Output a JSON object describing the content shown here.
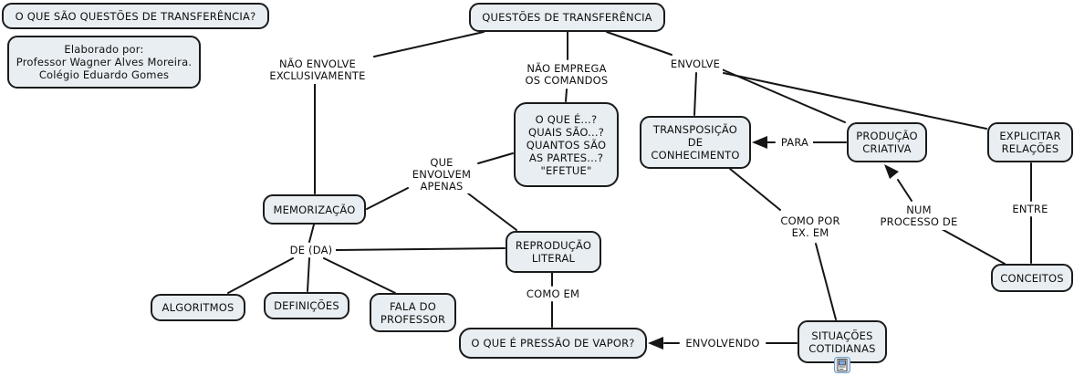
{
  "map_title": "QUESTÕES DE TRANSFERÊNCIA",
  "colors": {
    "background": "#ffffff",
    "node_fill": "#e8eef1",
    "node_border": "#1b1b1b",
    "line": "#151515",
    "text": "#101010",
    "resource_icon_border": "#6f9bc4",
    "resource_icon_fill": "#d9e6f4"
  },
  "nodes": [
    {
      "id": "intro",
      "label": "O QUE SÃO QUESTÕES DE TRANSFERÊNCIA?"
    },
    {
      "id": "author",
      "label": "Elaborado por:\nProfessor Wagner Alves Moreira.\nColégio Eduardo Gomes"
    },
    {
      "id": "main",
      "label": "QUESTÕES DE TRANSFERÊNCIA"
    },
    {
      "id": "commands",
      "label": "O QUE É...?\nQUAIS SÃO...?\nQUANTOS SÃO\nAS PARTES...?\n\"EFETUE\""
    },
    {
      "id": "transposicao",
      "label": "TRANSPOSIÇÃO\nDE\nCONHECIMENTO"
    },
    {
      "id": "producao",
      "label": "PRODUÇÃO\nCRIATIVA"
    },
    {
      "id": "explicitar",
      "label": "EXPLICITAR\nRELAÇÕES"
    },
    {
      "id": "memorizacao",
      "label": "MEMORIZAÇÃO"
    },
    {
      "id": "reproducao",
      "label": "REPRODUÇÃO\nLITERAL"
    },
    {
      "id": "algoritmos",
      "label": "ALGORITMOS"
    },
    {
      "id": "definicoes",
      "label": "DEFINIÇÕES"
    },
    {
      "id": "fala",
      "label": "FALA DO\nPROFESSOR"
    },
    {
      "id": "pressao",
      "label": "O QUE É PRESSÃO DE VAPOR?"
    },
    {
      "id": "situacoes",
      "label": "SITUAÇÕES\nCOTIDIANAS"
    },
    {
      "id": "conceitos",
      "label": "CONCEITOS"
    }
  ],
  "linking_phrases": [
    {
      "id": "nao-envolve",
      "label": "NÃO ENVOLVE\nEXCLUSIVAMENTE"
    },
    {
      "id": "nao-emprega",
      "label": "NÃO EMPREGA\nOS COMANDOS"
    },
    {
      "id": "envolve",
      "label": "ENVOLVE"
    },
    {
      "id": "que-envolvem",
      "label": "QUE\nENVOLVEM\nAPENAS"
    },
    {
      "id": "de-da",
      "label": "DE (DA)"
    },
    {
      "id": "como-em",
      "label": "COMO EM"
    },
    {
      "id": "para",
      "label": "PARA"
    },
    {
      "id": "como-por-ex",
      "label": "COMO POR\nEX. EM"
    },
    {
      "id": "num-processo",
      "label": "NUM\nPROCESSO DE"
    },
    {
      "id": "entre",
      "label": "ENTRE"
    },
    {
      "id": "envolvendo",
      "label": "ENVOLVENDO"
    }
  ],
  "edges": [
    {
      "from": "main",
      "via": "nao-envolve",
      "to": "memorizacao",
      "arrow": false
    },
    {
      "from": "main",
      "via": "nao-emprega",
      "to": "commands",
      "arrow": false
    },
    {
      "from": "main",
      "via": "envolve",
      "to": "transposicao",
      "arrow": false
    },
    {
      "from": "main",
      "via": "envolve",
      "to": "producao",
      "arrow": false
    },
    {
      "from": "main",
      "via": "envolve",
      "to": "explicitar",
      "arrow": false
    },
    {
      "from": "commands",
      "via": "que-envolvem",
      "to": "reproducao",
      "arrow": false
    },
    {
      "from": "memorizacao",
      "via": "que-envolvem",
      "to": "reproducao",
      "arrow": false
    },
    {
      "from": "memorizacao",
      "via": "de-da",
      "to": "algoritmos",
      "arrow": false
    },
    {
      "from": "memorizacao",
      "via": "de-da",
      "to": "definicoes",
      "arrow": false
    },
    {
      "from": "memorizacao",
      "via": "de-da",
      "to": "fala",
      "arrow": false
    },
    {
      "from": "reproducao",
      "via": "de-da",
      "to": "memorizacao",
      "arrow": false
    },
    {
      "from": "reproducao",
      "via": "como-em",
      "to": "pressao",
      "arrow": false
    },
    {
      "from": "transposicao",
      "via": "como-por-ex",
      "to": "situacoes",
      "arrow": false
    },
    {
      "from": "situacoes",
      "via": "envolvendo",
      "to": "pressao",
      "arrow": true
    },
    {
      "from": "producao",
      "via": "para",
      "to": "transposicao",
      "arrow": true
    },
    {
      "from": "conceitos",
      "via": "num-processo",
      "to": "producao",
      "arrow": true
    },
    {
      "from": "explicitar",
      "via": "entre",
      "to": "conceitos",
      "arrow": false
    }
  ],
  "icons": [
    {
      "id": "resource",
      "name": "document-resource-icon",
      "attached_to": "situacoes"
    }
  ]
}
